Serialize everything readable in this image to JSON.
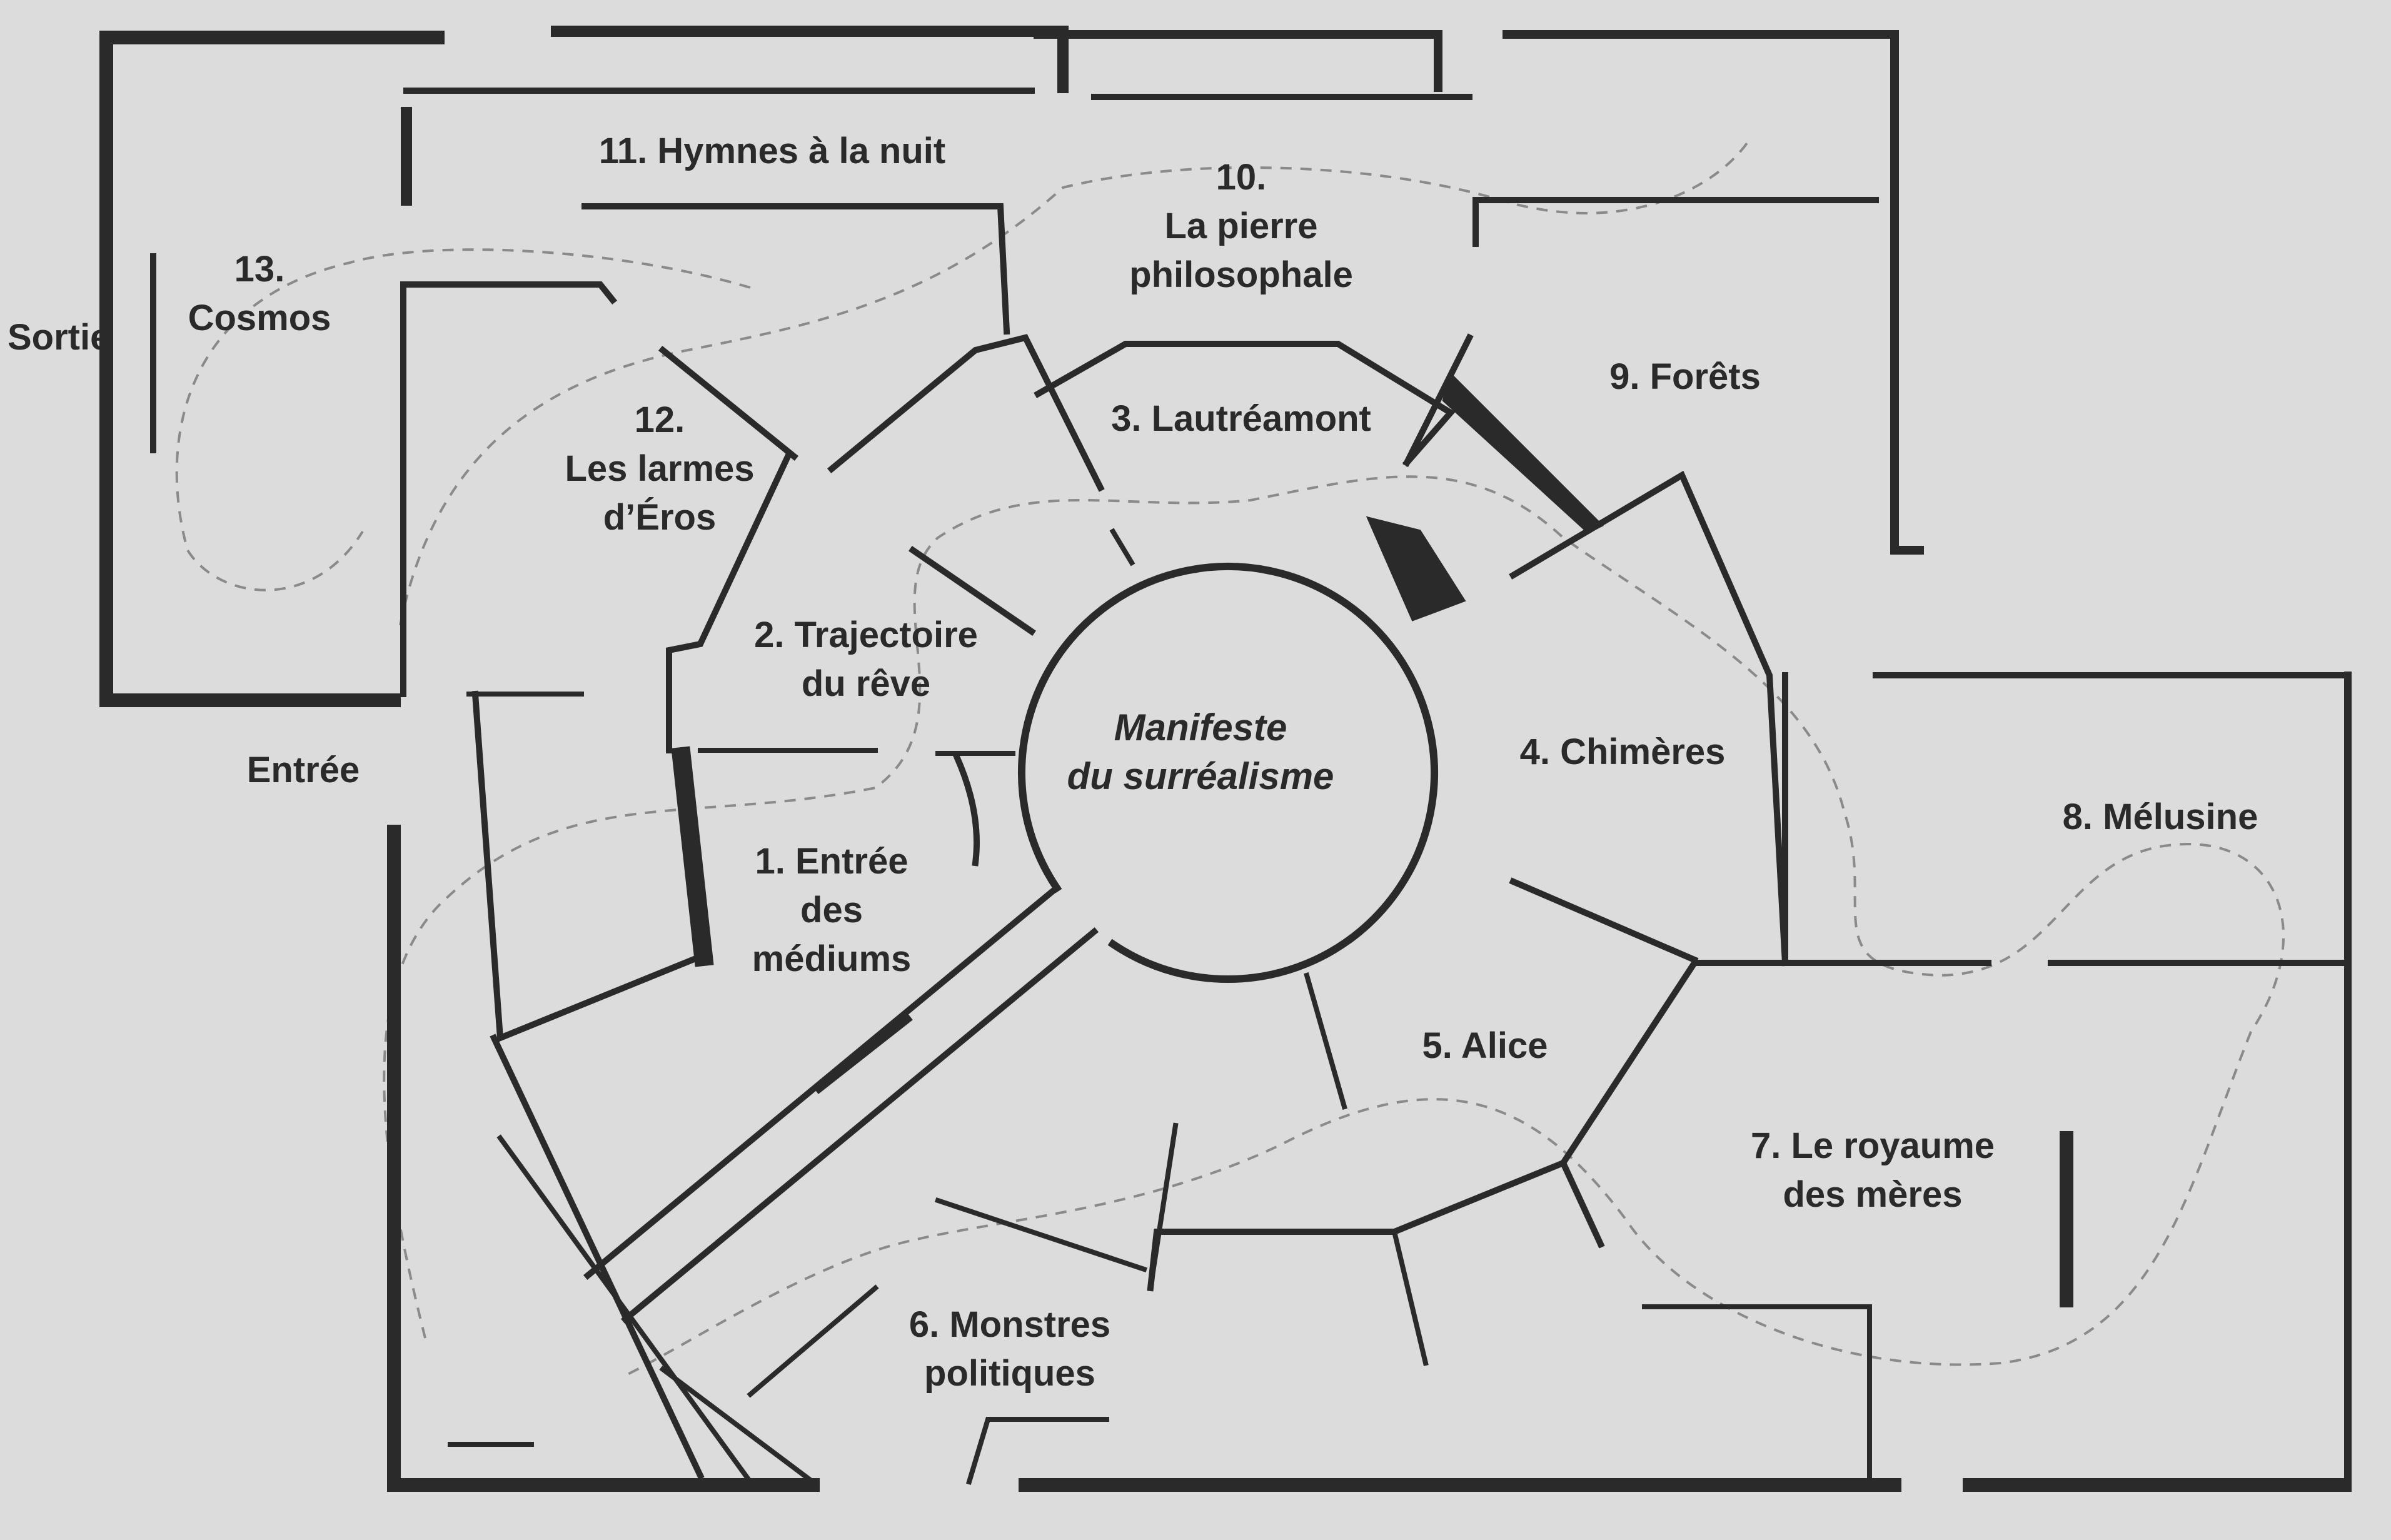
{
  "title": "Manifeste du surréalisme",
  "center": [
    "Manifeste",
    "du surréalisme"
  ],
  "doors": {
    "entrance": "Entrée",
    "exit": "Sortie"
  },
  "rooms": {
    "r1": [
      "1. Entrée",
      "des",
      "médiums"
    ],
    "r2": [
      "2. Trajectoire",
      "du rêve"
    ],
    "r3": [
      "3. Lautréamont"
    ],
    "r4": [
      "4. Chimères"
    ],
    "r5": [
      "5. Alice"
    ],
    "r6": [
      "6. Monstres",
      "politiques"
    ],
    "r7": [
      "7. Le royaume",
      "des mères"
    ],
    "r8": [
      "8. Mélusine"
    ],
    "r9": [
      "9. Forêts"
    ],
    "r10": [
      "10.",
      "La pierre",
      "philosophale"
    ],
    "r11": [
      "11. Hymnes à la nuit"
    ],
    "r12": [
      "12.",
      "Les larmes",
      "d’Éros"
    ],
    "r13": [
      "13.",
      "Cosmos"
    ]
  },
  "colors": {
    "background": "#dcdcdc",
    "walls": "#2a2a2a",
    "path": "#8a8a8a"
  }
}
